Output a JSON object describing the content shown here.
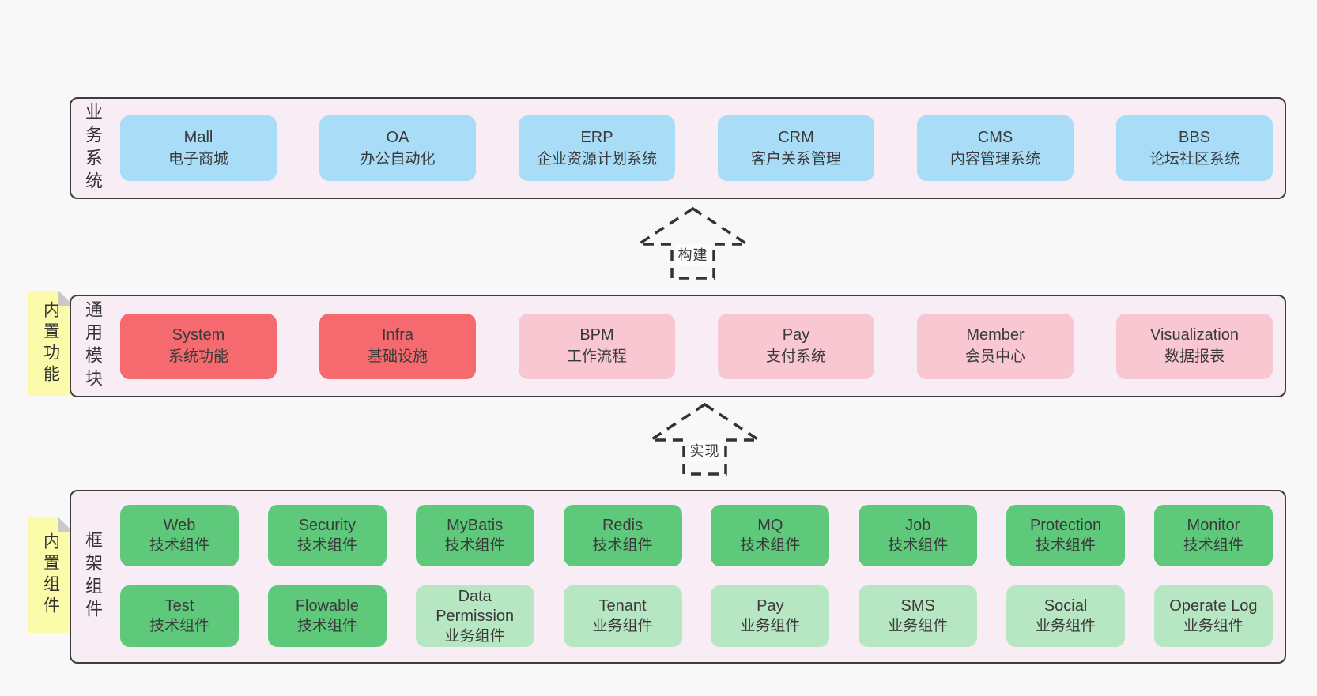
{
  "colors": {
    "page_bg": "#f8f8f8",
    "band_bg": "#f8ecf5",
    "band_border": "#3d3d3d",
    "blue_box": "#a9dcf7",
    "red_box": "#f46a6e",
    "pink_box": "#f9c7d1",
    "green_box": "#5ec97b",
    "light_green_box": "#b7e6c2",
    "note_yellow": "#fbfba9",
    "note_fold_gray": "#c9c9c9",
    "text": "#3a3a3a",
    "arrow_stroke": "#333333"
  },
  "band1": {
    "label": "业务系统",
    "boxes": [
      {
        "en": "Mall",
        "zh": "电子商城"
      },
      {
        "en": "OA",
        "zh": "办公自动化"
      },
      {
        "en": "ERP",
        "zh": "企业资源计划系统"
      },
      {
        "en": "CRM",
        "zh": "客户关系管理"
      },
      {
        "en": "CMS",
        "zh": "内容管理系统"
      },
      {
        "en": "BBS",
        "zh": "论坛社区系统"
      }
    ]
  },
  "arrow1": {
    "label": "构建"
  },
  "band2": {
    "label": "通用模块",
    "note": "内置功能",
    "boxes": [
      {
        "en": "System",
        "zh": "系统功能"
      },
      {
        "en": "Infra",
        "zh": "基础设施"
      },
      {
        "en": "BPM",
        "zh": "工作流程"
      },
      {
        "en": "Pay",
        "zh": "支付系统"
      },
      {
        "en": "Member",
        "zh": "会员中心"
      },
      {
        "en": "Visualization",
        "zh": "数据报表"
      }
    ]
  },
  "arrow2": {
    "label": "实现"
  },
  "band3": {
    "label": "框架组件",
    "note": "内置组件",
    "row1": [
      {
        "en": "Web",
        "zh": "技术组件"
      },
      {
        "en": "Security",
        "zh": "技术组件"
      },
      {
        "en": "MyBatis",
        "zh": "技术组件"
      },
      {
        "en": "Redis",
        "zh": "技术组件"
      },
      {
        "en": "MQ",
        "zh": "技术组件"
      },
      {
        "en": "Job",
        "zh": "技术组件"
      },
      {
        "en": "Protection",
        "zh": "技术组件"
      },
      {
        "en": "Monitor",
        "zh": "技术组件"
      }
    ],
    "row2": [
      {
        "en": "Test",
        "zh": "技术组件"
      },
      {
        "en": "Flowable",
        "zh": "技术组件"
      },
      {
        "en": "Data Permission",
        "zh": "业务组件"
      },
      {
        "en": "Tenant",
        "zh": "业务组件"
      },
      {
        "en": "Pay",
        "zh": "业务组件"
      },
      {
        "en": "SMS",
        "zh": "业务组件"
      },
      {
        "en": "Social",
        "zh": "业务组件"
      },
      {
        "en": "Operate Log",
        "zh": "业务组件"
      }
    ]
  }
}
